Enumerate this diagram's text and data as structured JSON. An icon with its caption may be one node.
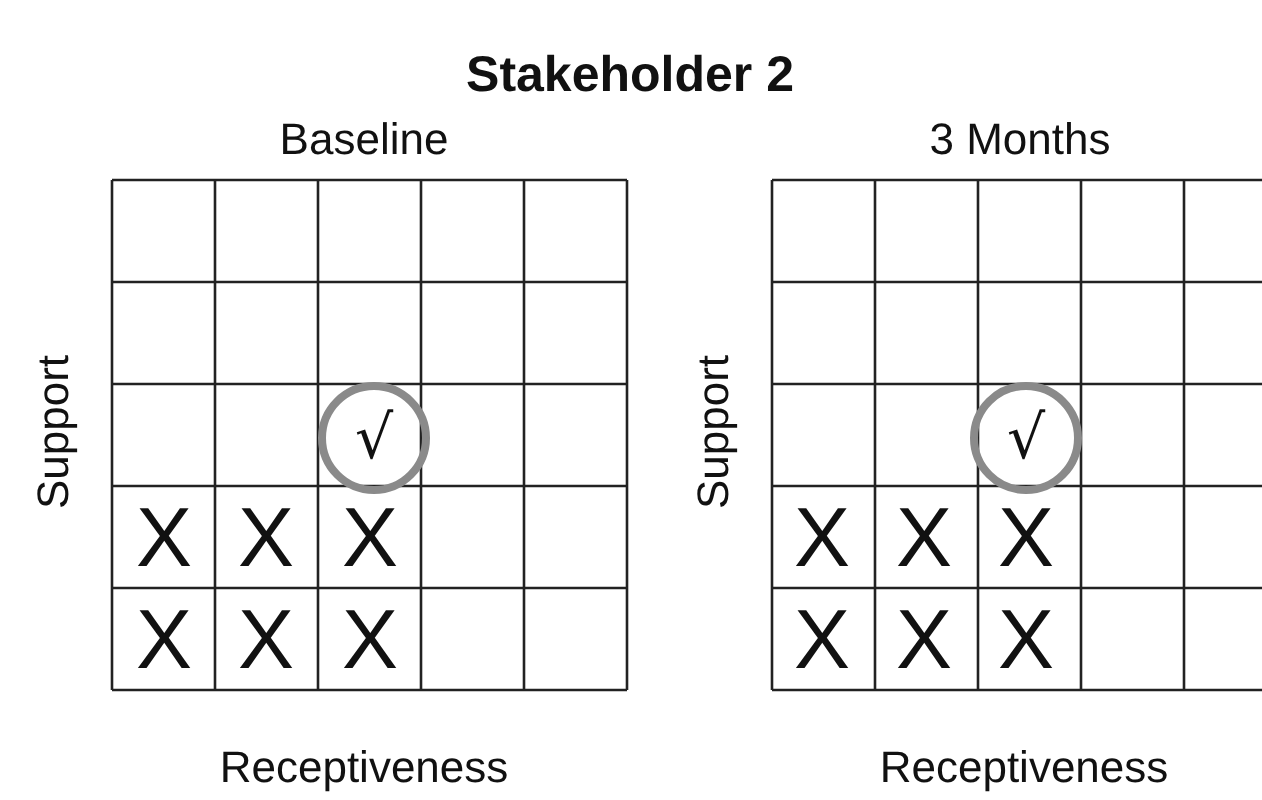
{
  "diagram": {
    "title": "Stakeholder 2",
    "nodes": [
      {
        "text": [
          "√"
        ]
      },
      {
        "text": [
          "√"
        ]
      }
    ],
    "labels": [
      "Baseline",
      "3 Months",
      "Support",
      "Support",
      "X",
      "X",
      "X",
      "X",
      "X",
      "X",
      "X",
      "X",
      "X",
      "X",
      "X",
      "X",
      "Receptiveness",
      "Receptiveness"
    ]
  }
}
